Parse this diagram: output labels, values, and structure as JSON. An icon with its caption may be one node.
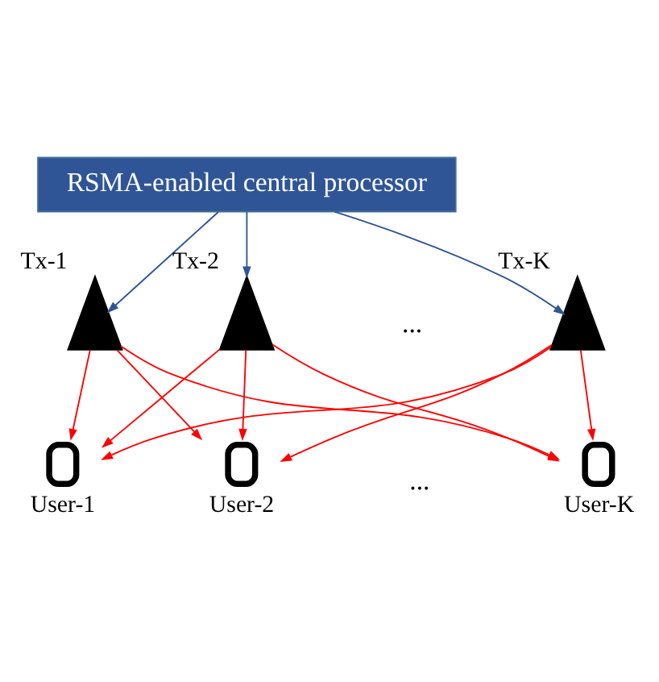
{
  "diagram": {
    "nodes": [
      {
        "text": [
          "RSMA-enabled central processor"
        ]
      },
      {
        "text": [],
        "shape": "tower",
        "beside": [
          "Tx-1"
        ]
      },
      {
        "text": [],
        "shape": "tower",
        "beside": [
          "Tx-2"
        ]
      },
      {
        "text": [],
        "shape": "tower",
        "beside": [
          "Tx-K"
        ]
      },
      {
        "text": [],
        "shape": "tablet",
        "beside": [
          "User-1"
        ]
      },
      {
        "text": [],
        "shape": "tablet",
        "beside": [
          "User-2"
        ]
      },
      {
        "text": [],
        "shape": "tablet",
        "beside": [
          "User-K"
        ]
      }
    ],
    "edges": [
      {
        "from": 0,
        "to": 1,
        "arrow": "to",
        "color": "#2f5597"
      },
      {
        "from": 0,
        "to": 2,
        "arrow": "to",
        "color": "#2f5597"
      },
      {
        "from": 0,
        "to": 3,
        "arrow": "to",
        "color": "#2f5597"
      },
      {
        "from": 1,
        "to": 4,
        "arrow": "to"
      },
      {
        "from": 1,
        "to": 5,
        "arrow": "to"
      },
      {
        "from": 1,
        "to": 6,
        "arrow": "to"
      },
      {
        "from": 2,
        "to": 4,
        "arrow": "to"
      },
      {
        "from": 2,
        "to": 5,
        "arrow": "to"
      },
      {
        "from": 2,
        "to": 6,
        "arrow": "to"
      },
      {
        "from": 3,
        "to": 4,
        "arrow": "to"
      },
      {
        "from": 3,
        "to": 5,
        "arrow": "to"
      },
      {
        "from": 3,
        "to": 6,
        "arrow": "to"
      }
    ],
    "labels": [
      "...",
      "..."
    ]
  }
}
